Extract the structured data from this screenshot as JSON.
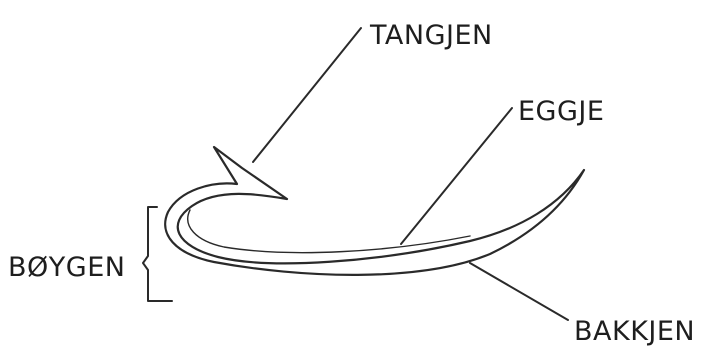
{
  "labels": {
    "point": "TANGJEN",
    "edge": "EGGJE",
    "bend": "BØYGEN",
    "back": "BAKKJEN"
  },
  "colors": {
    "ink": "#2a2a2a",
    "background": "#ffffff"
  }
}
